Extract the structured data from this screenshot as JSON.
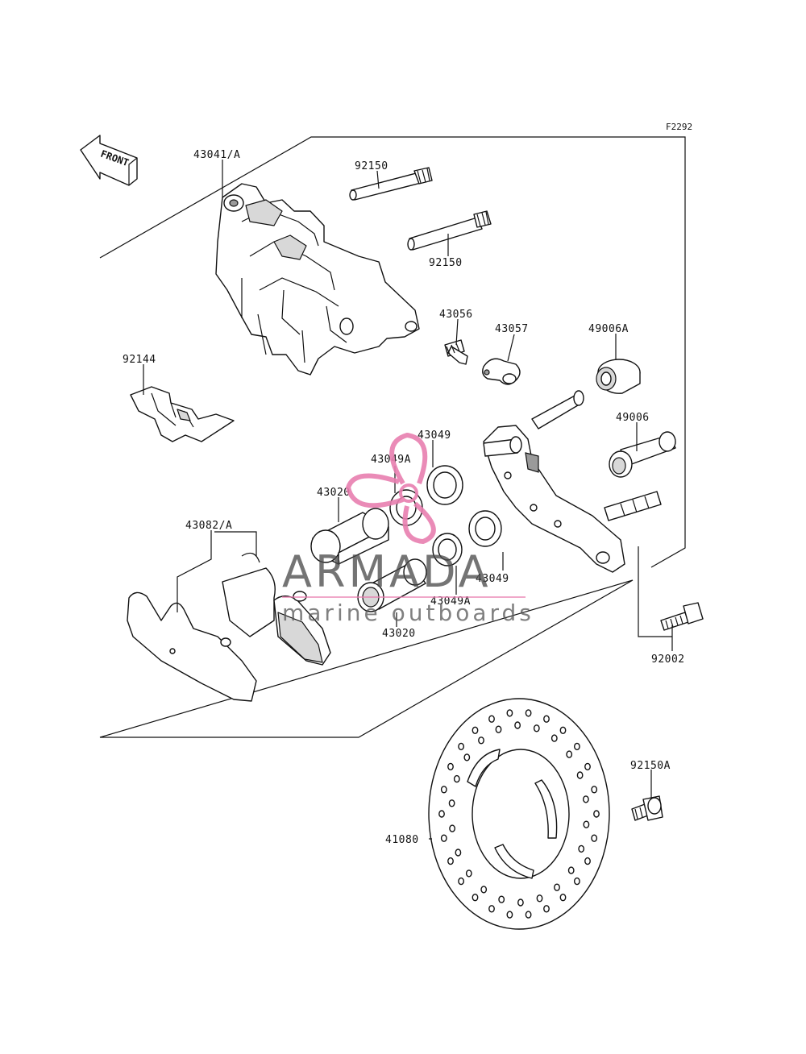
{
  "figure_code": "F2292",
  "front_label": "FRONT",
  "colors": {
    "watermark_pink": "#e87fb0",
    "watermark_gray": "#555555",
    "line": "#111111"
  },
  "watermark": {
    "brand": "ARMADA",
    "tagline": "marine outboards"
  },
  "parts": {
    "caliper": "43041/A",
    "pin_upper": "92150",
    "pin_lower": "92150",
    "bleeder": "43056",
    "bleeder_cap": "43057",
    "boot_a": "49006A",
    "boot": "49006",
    "pad_spring": "92144",
    "seal_upper": "43049",
    "seal_a_upper": "43049A",
    "piston_upper": "43020",
    "pad_set": "43082/A",
    "seal_lower": "43049",
    "seal_a_lower": "43049A",
    "piston_lower": "43020",
    "bolt": "92002",
    "disc_bolt": "92150A",
    "disc": "41080"
  }
}
